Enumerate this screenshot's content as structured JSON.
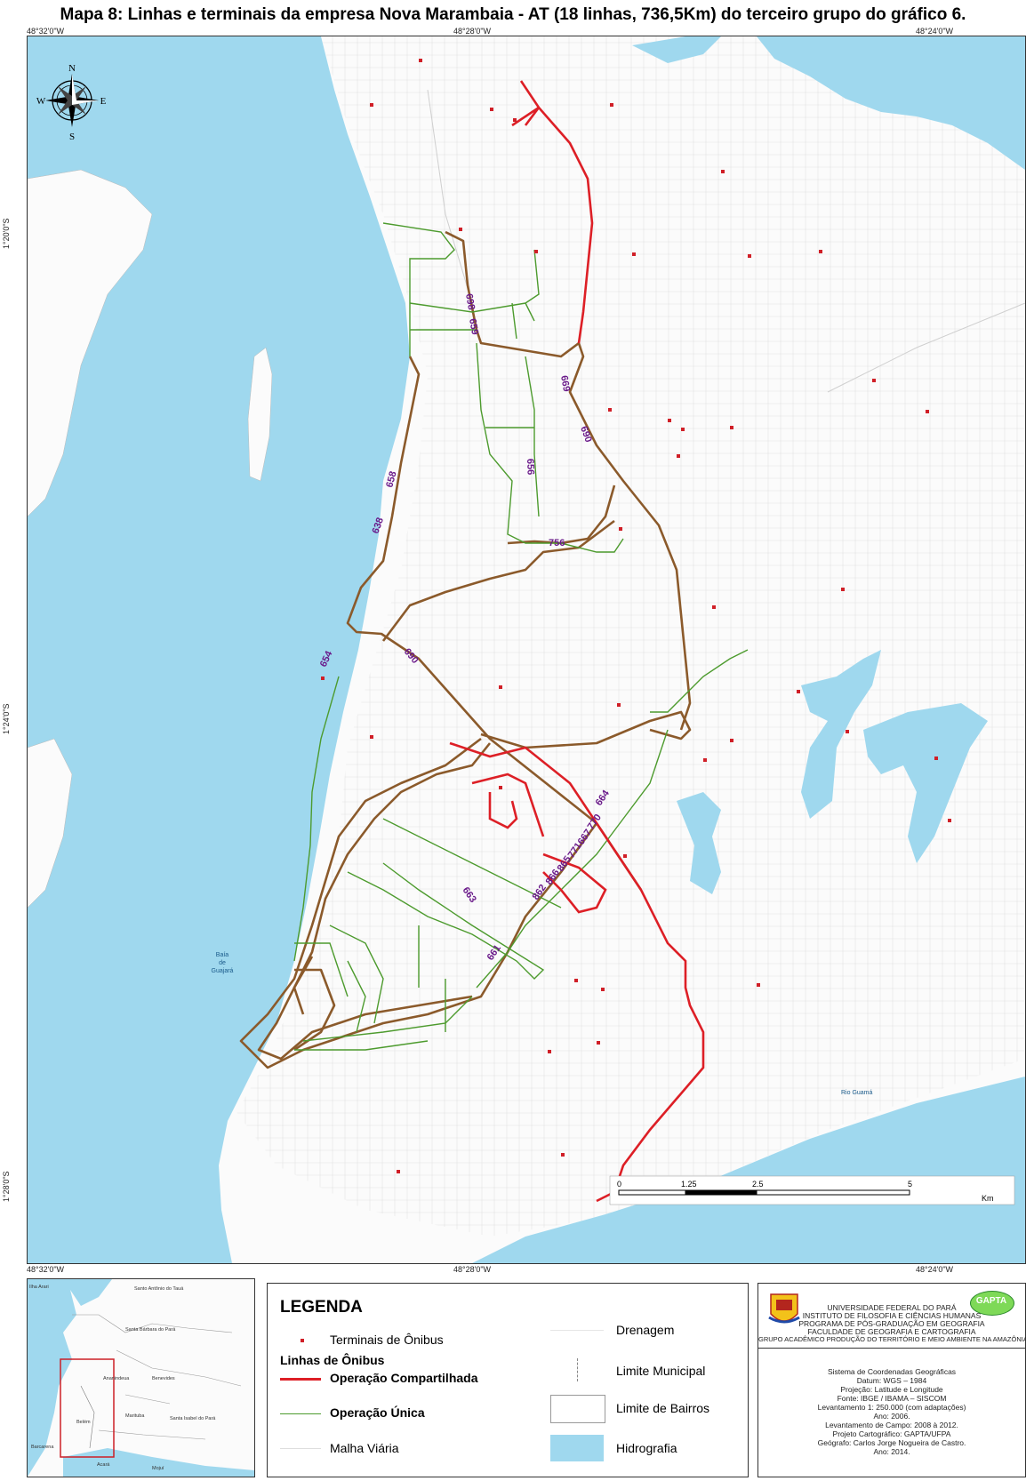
{
  "title": "Mapa 8: Linhas e terminais da empresa Nova Marambaia - AT (18 linhas, 736,5Km) do terceiro grupo do gráfico 6.",
  "coords": {
    "top_left": "48°32'0\"W",
    "top_mid": "48°28'0\"W",
    "top_right": "48°24'0\"W",
    "left_1": "1°20'0\"S",
    "left_2": "1°24'0\"S",
    "left_3": "1°28'0\"S",
    "bottom_left": "48°32'0\"W",
    "bottom_mid": "48°28'0\"W",
    "bottom_right": "48°24'0\"W"
  },
  "north_arrow": {
    "n": "N",
    "s": "S",
    "e": "E",
    "w": "W"
  },
  "scale_bar": {
    "ticks": [
      "0",
      "1.25",
      "2.5",
      "5"
    ],
    "unit": "Km"
  },
  "water_labels": {
    "baia": "Baía\nde\nGuajará",
    "rio": "Rio Guamá"
  },
  "line_labels": [
    "698",
    "659",
    "669",
    "690",
    "656",
    "638",
    "658",
    "756",
    "654",
    "690",
    "664",
    "770",
    "667",
    "771",
    "865",
    "866",
    "862",
    "663",
    "661"
  ],
  "inset_labels": [
    "Ilha Arari",
    "Santo Antônio do Tauá",
    "Santa Bárbara do Pará",
    "Ananindeua",
    "Benevides",
    "Belém",
    "Marituba",
    "Santa Isabel do Pará",
    "Barcarena",
    "Acará",
    "Mojuí"
  ],
  "legend": {
    "title": "LEGENDA",
    "terminals": "Terminais de Ônibus",
    "lines_heading": "Linhas de Ônibus",
    "shared": "Operação Compartilhada",
    "single": "Operação Única",
    "roads": "Malha Viária",
    "drainage": "Drenagem",
    "municipal": "Limite Municipal",
    "districts": "Limite de Bairros",
    "hydro": "Hidrografia"
  },
  "credits": {
    "badge": "GAPTA",
    "institution": [
      "UNIVERSIDADE FEDERAL DO PARÁ",
      "INSTITUTO DE FILOSOFIA E CIÊNCIAS HUMANAS",
      "PROGRAMA DE PÓS-GRADUAÇÃO EM GEOGRAFIA",
      "FACULDADE DE GEOGRAFIA E CARTOGRAFIA",
      "GRUPO ACADÊMICO PRODUÇÃO DO TERRITÓRIO E MEIO AMBIENTE NA AMAZÔNIA"
    ],
    "details": [
      "Sistema de Coordenadas Geográficas",
      "Datum: WGS – 1984",
      "Projeção: Latitude e Longitude",
      "Fonte: IBGE / IBAMA – SISCOM",
      "Levantamento 1: 250.000 (com adaptações)",
      "Ano: 2006.",
      "Levantamento de Campo: 2008 à 2012.",
      "Projeto Cartográfico: GAPTA/UFPA",
      "Geógrafo: Carlos Jorge Nogueira de Castro.",
      "Ano: 2014."
    ]
  },
  "colors": {
    "water": "#9fd8ee",
    "shared_line": "#dd1f26",
    "single_line": "#4d9b2e",
    "both_line": "#8b5a2b",
    "terminal": "#d01f27",
    "roads": "#dedede"
  }
}
